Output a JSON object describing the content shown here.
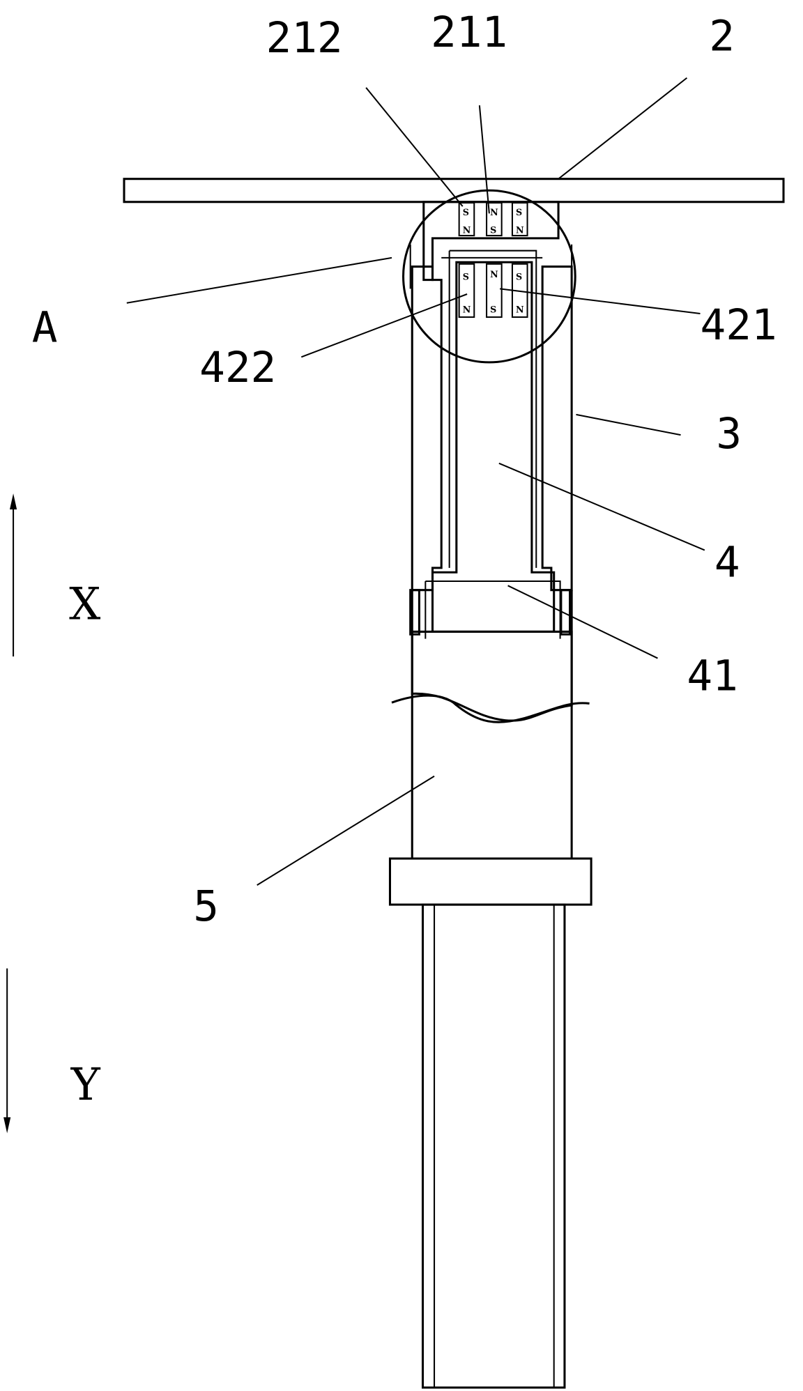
{
  "figure": {
    "labels": {
      "l212": "212",
      "l211": "211",
      "l2": "2",
      "lA": "A",
      "l422": "422",
      "l421": "421",
      "l3": "3",
      "l4": "4",
      "l41": "41",
      "l5": "5"
    },
    "axes": {
      "x": "X",
      "y": "Y"
    },
    "magnets_top": [
      {
        "top": "S",
        "bottom": "N"
      },
      {
        "top": "N",
        "bottom": "S"
      },
      {
        "top": "S",
        "bottom": "N"
      }
    ],
    "magnets_bottom": [
      {
        "top": "S",
        "bottom": "N"
      },
      {
        "top": "N",
        "bottom": "S"
      },
      {
        "top": "S",
        "bottom": "N"
      }
    ]
  }
}
